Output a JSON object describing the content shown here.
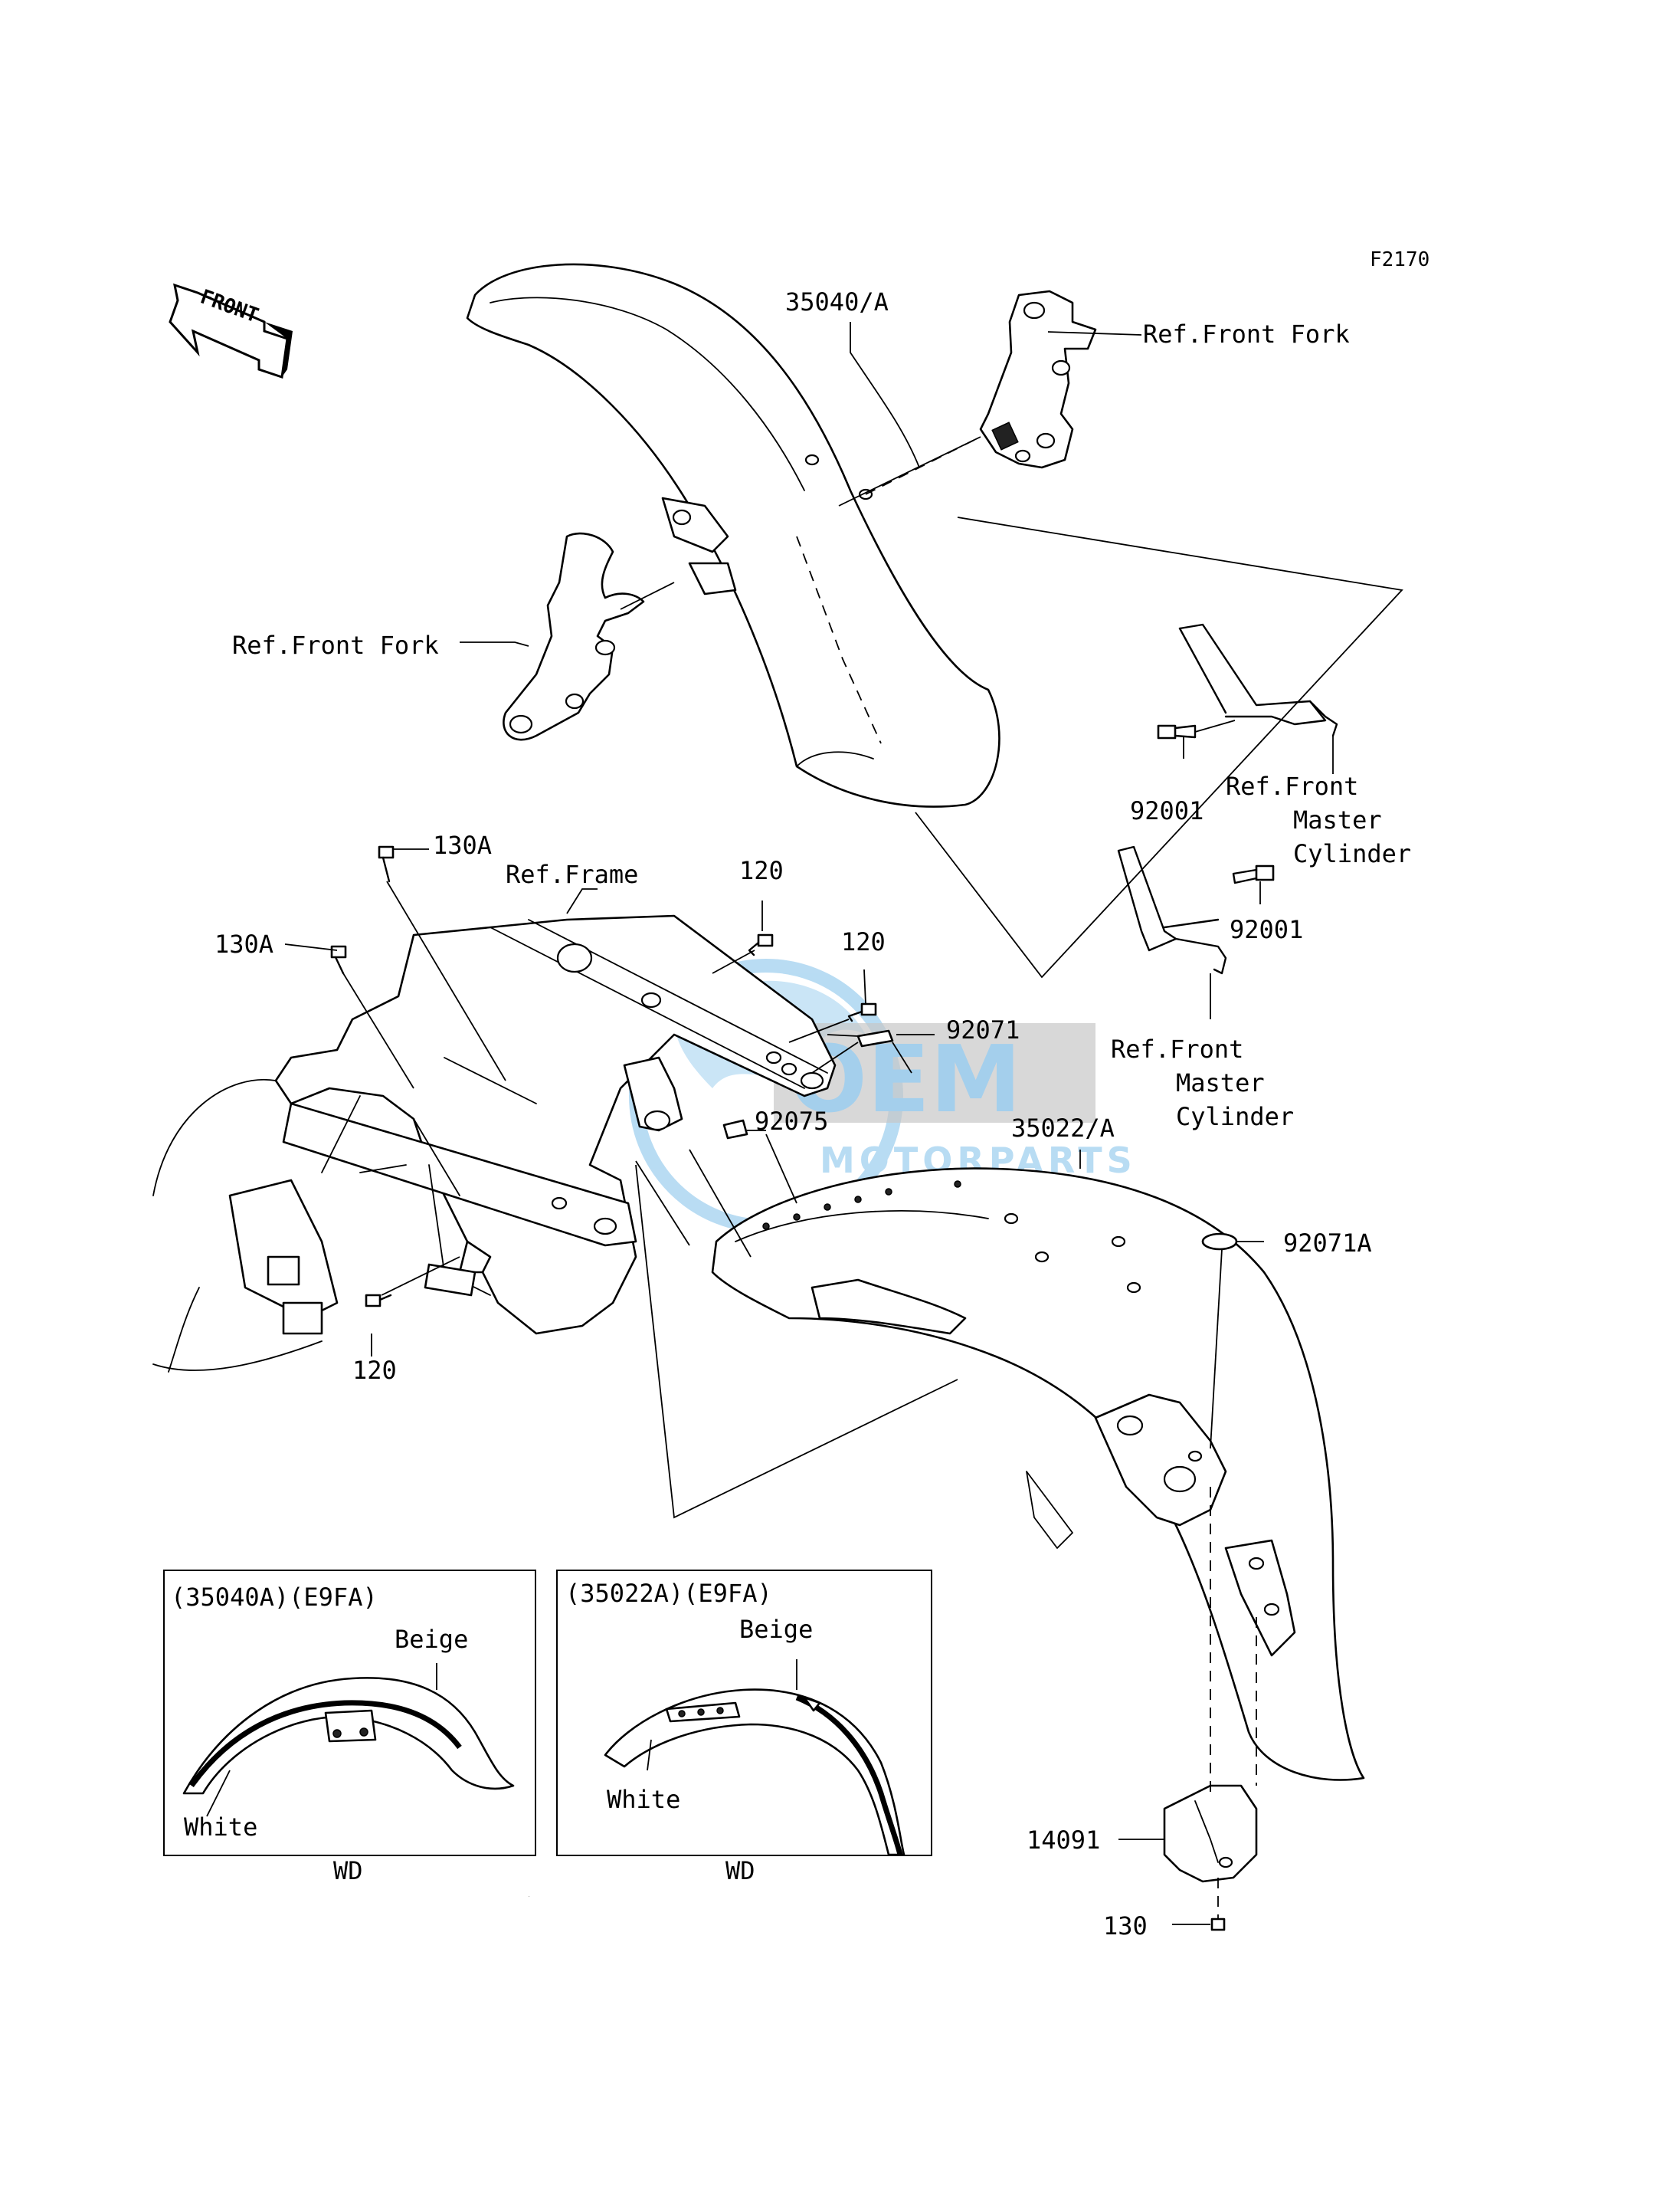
{
  "figure_code": "F2170",
  "direction_label": "FRONT",
  "watermark": {
    "brand": "OEM",
    "sub": "MOTORPARTS",
    "color": "#5aa8de"
  },
  "callouts": {
    "front_fender": "35040/A",
    "ref_front_fork_right": "Ref.Front Fork",
    "ref_front_fork_left": "Ref.Front Fork",
    "bolt_92001_upper": "92001",
    "bolt_92001_lower": "92001",
    "ref_master_cyl_upper": [
      "Ref.Front",
      "Master",
      "Cylinder"
    ],
    "ref_master_cyl_lower": [
      "Ref.Front",
      "Master",
      "Cylinder"
    ],
    "bolt_130a_upper": "130A",
    "bolt_130a_left": "130A",
    "ref_frame": "Ref.Frame",
    "bolt_120_a": "120",
    "bolt_120_b": "120",
    "bolt_120_c": "120",
    "pad_92071": "92071",
    "pad_92075": "92075",
    "rear_fender": "35022/A",
    "grommet_92071a": "92071A",
    "cover_14091": "14091",
    "bolt_130": "130"
  },
  "insets": [
    {
      "title": "(35040A)(E9FA)",
      "color_top": "Beige",
      "color_bottom": "White",
      "caption": "WD"
    },
    {
      "title": "(35022A)(E9FA)",
      "color_top": "Beige",
      "color_bottom": "White",
      "caption": "WD"
    }
  ]
}
